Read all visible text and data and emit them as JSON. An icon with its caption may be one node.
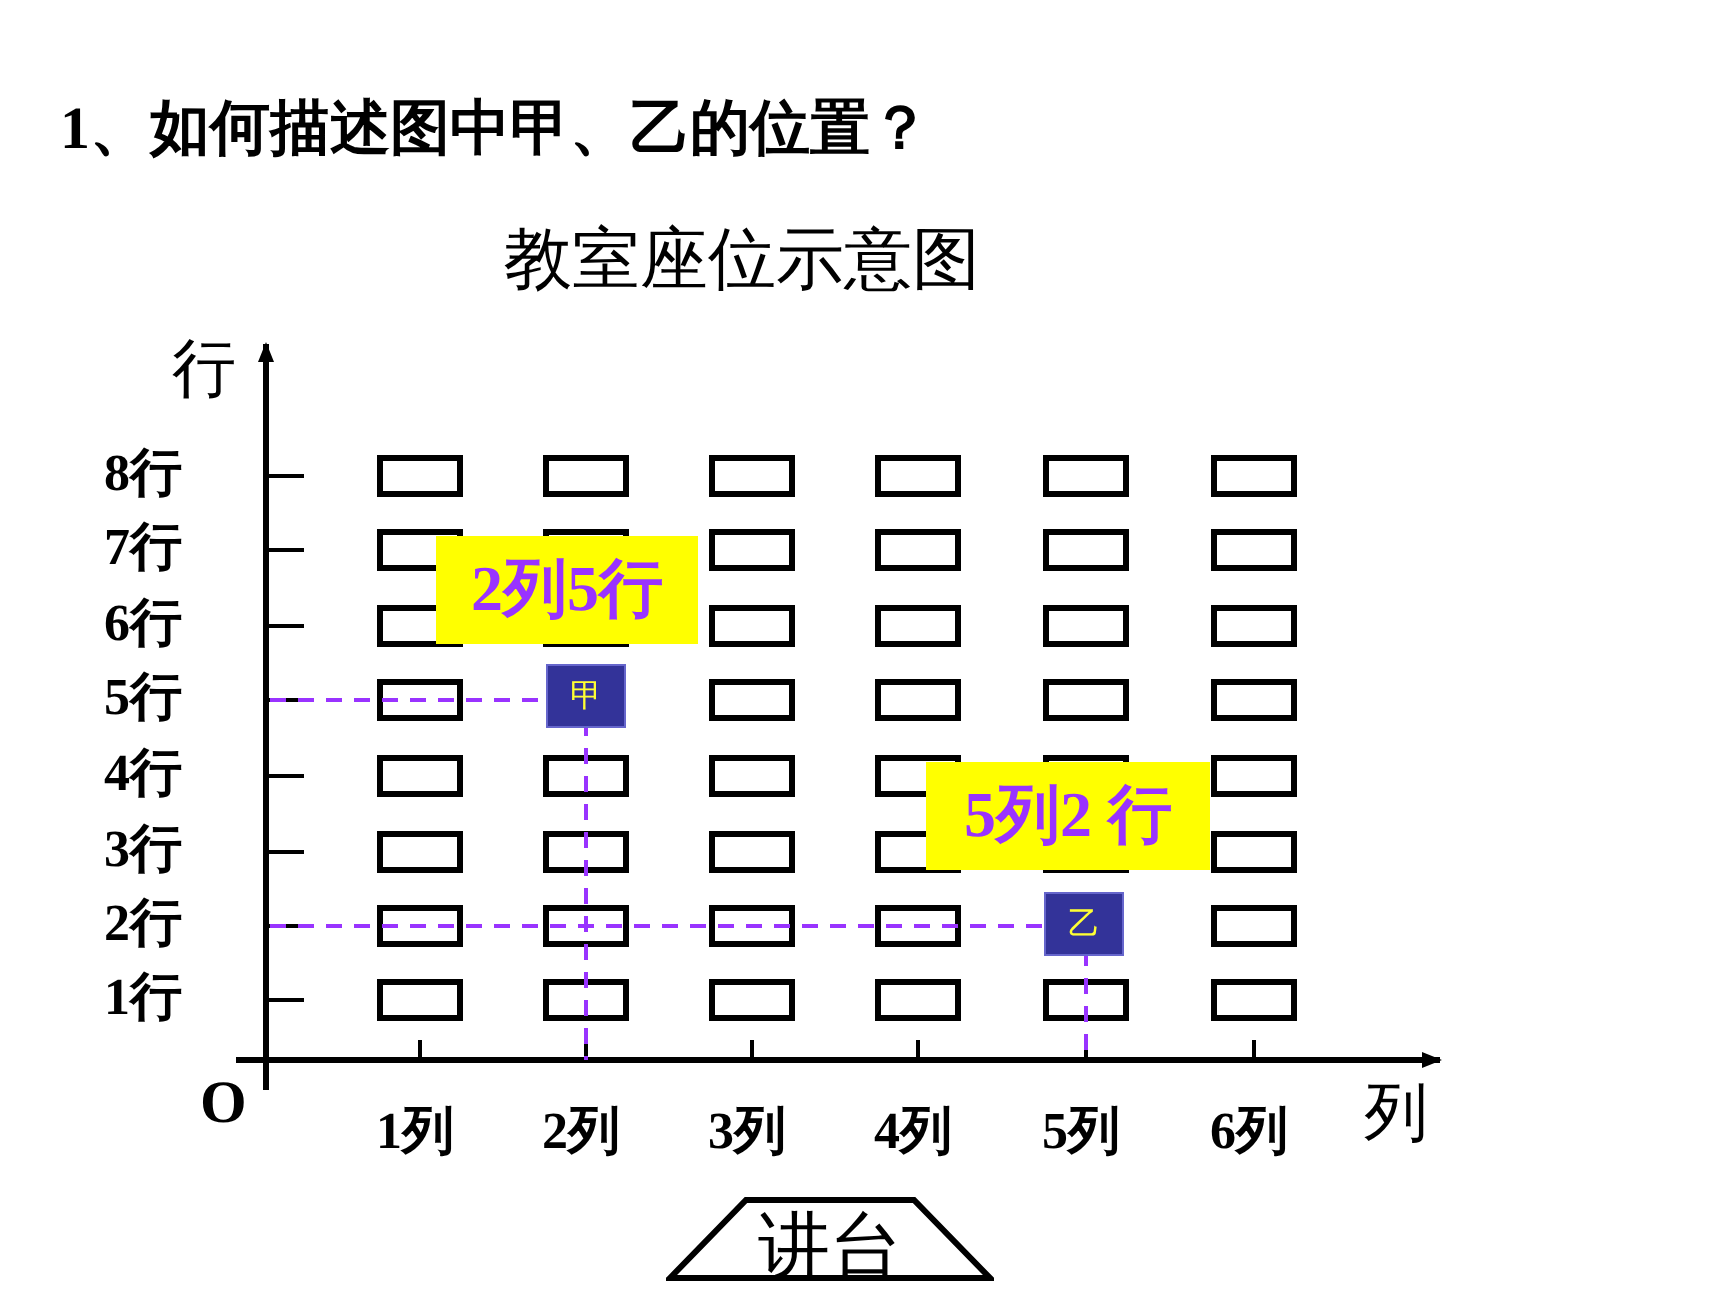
{
  "diagram": {
    "title": "1、如何描述图中甲、乙的位置？",
    "nodes": [
      {
        "text": [
          "甲"
        ]
      },
      {
        "text": [
          "乙"
        ]
      },
      {
        "text": [
          "2列5行"
        ]
      },
      {
        "text": [
          "5列2 行"
        ]
      },
      {
        "text": [
          "讲台"
        ]
      }
    ],
    "labels": [
      "教室座位示意图",
      "行",
      "8行",
      "7行",
      "6行",
      "5行",
      "4行",
      "3行",
      "2行",
      "1行",
      "O",
      "1列",
      "2列",
      "3列",
      "4列",
      "5列",
      "6列",
      "列"
    ]
  }
}
